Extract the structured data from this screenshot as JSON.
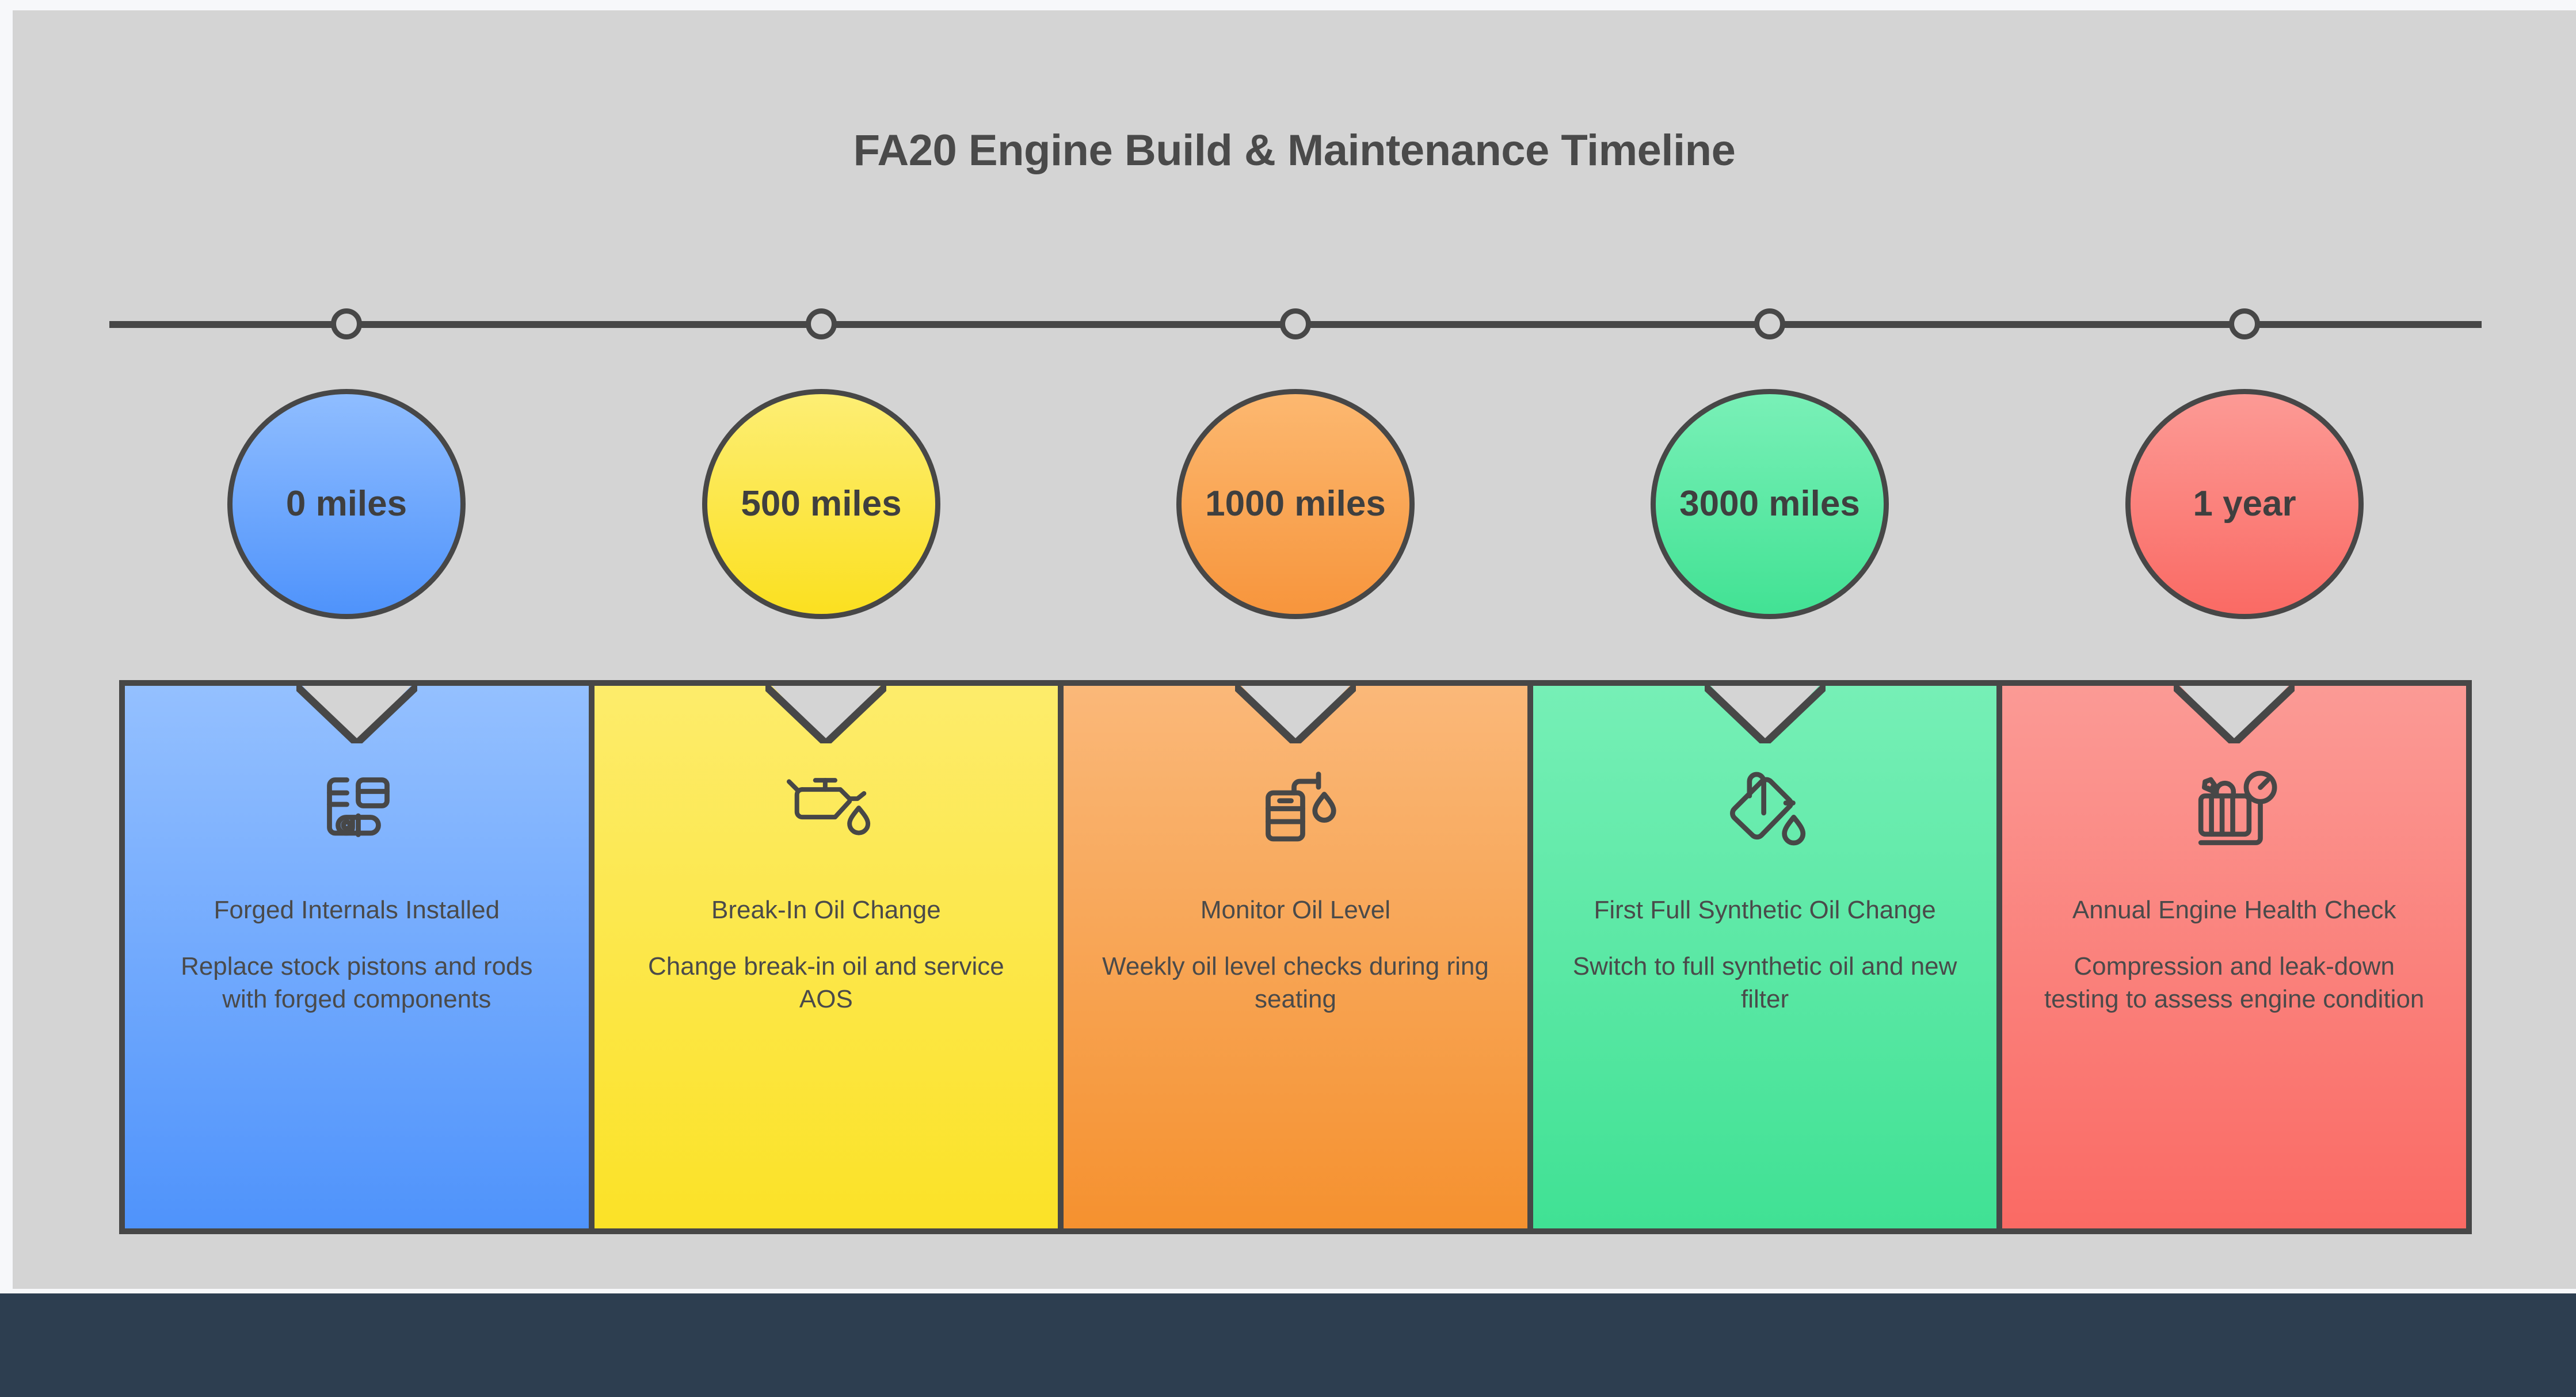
{
  "header": {
    "title": "FA20 Engine Build & Maintenance Timeline"
  },
  "colors": {
    "background": "#d4d4d4",
    "footer": "#2d3e50",
    "stroke": "#474747",
    "text": "#4a4a4a",
    "blue": "#6fa8fc",
    "yellow": "#fbe64d",
    "orange": "#f79b4b",
    "green": "#5ae8a5",
    "red": "#fb7b77"
  },
  "timeline": {
    "tick_count": 5,
    "milestones": [
      {
        "label": "0 miles",
        "color_top": "#8fbdff",
        "color_bottom": "#4f93fb",
        "card_top": "#94c0ff",
        "card_bottom": "#4f93fb",
        "icon": "piston-rod-icon",
        "title": "Forged Internals Installed",
        "desc": "Replace stock pistons and rods with forged components"
      },
      {
        "label": "500 miles",
        "color_top": "#fdee74",
        "color_bottom": "#fbe020",
        "card_top": "#fdec6b",
        "card_bottom": "#fbe227",
        "icon": "oil-can-icon",
        "title": "Break-In Oil Change",
        "desc": "Change break-in oil and service AOS"
      },
      {
        "label": "1000 miles",
        "color_top": "#fcb870",
        "color_bottom": "#f7953c",
        "card_top": "#fab879",
        "card_bottom": "#f5912f",
        "icon": "oil-barrel-drop-icon",
        "title": "Monitor Oil Level",
        "desc": "Weekly oil level checks during ring seating"
      },
      {
        "label": "3000 miles",
        "color_top": "#79f0b7",
        "color_bottom": "#42e294",
        "card_top": "#76efb6",
        "card_bottom": "#40e194",
        "icon": "oil-pour-bucket-icon",
        "title": "First Full Synthetic Oil Change",
        "desc": "Switch to full synthetic oil and new filter"
      },
      {
        "label": "1 year",
        "color_top": "#fc9a95",
        "color_bottom": "#fa6a64",
        "card_top": "#fb9a95",
        "card_bottom": "#fa6a64",
        "icon": "compression-tester-icon",
        "title": "Annual Engine Health Check",
        "desc": "Compression and leak-down testing to assess engine condition"
      }
    ]
  }
}
